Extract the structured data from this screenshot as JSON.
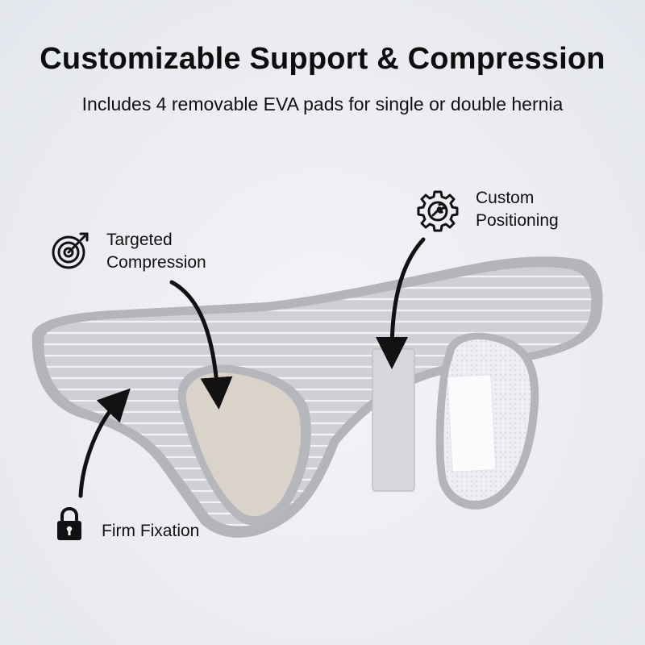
{
  "header": {
    "title": "Customizable Support & Compression",
    "subtitle": "Includes 4 removable EVA pads for single or double hernia"
  },
  "callouts": {
    "targeted": {
      "line1": "Targeted",
      "line2": "Compression",
      "icon": "target-icon"
    },
    "custom": {
      "line1": "Custom",
      "line2": "Positioning",
      "icon": "gear-wrench-icon"
    },
    "fixation": {
      "line1": "Firm Fixation",
      "icon": "padlock-icon"
    }
  },
  "colors": {
    "belt": "#c9cacf",
    "belt_edge": "#a9abb1",
    "pad_beige": "#d8d2c9",
    "pad_white": "#f7f7fa",
    "arrow": "#111111"
  }
}
